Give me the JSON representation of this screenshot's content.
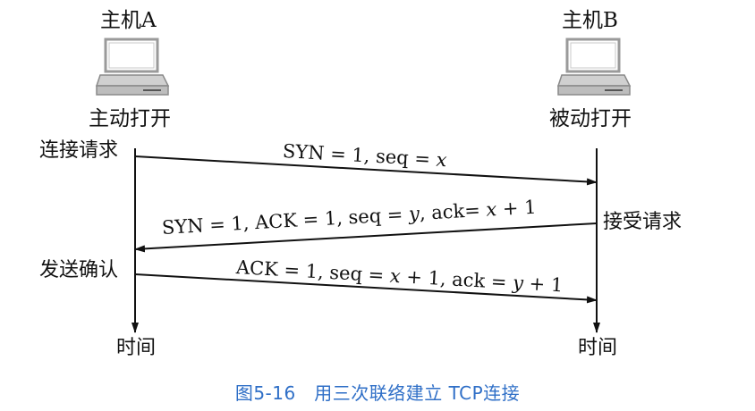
{
  "hosts": {
    "a": {
      "name": "主机A",
      "state": "主动打开",
      "time": "时间",
      "icon": "computer-icon"
    },
    "b": {
      "name": "主机B",
      "state": "被动打开",
      "time": "时间",
      "icon": "computer-icon"
    }
  },
  "steps": {
    "connect_request": "连接请求",
    "accept_request": "接受请求",
    "send_confirm": "发送确认"
  },
  "messages": [
    {
      "parts": [
        "SYN = 1, seq = ",
        "x"
      ],
      "italic": [
        false,
        true
      ],
      "direction": "A-to-B"
    },
    {
      "parts": [
        "SYN = 1, ACK = 1, seq = ",
        "y",
        ", ack= ",
        "x",
        " + 1"
      ],
      "italic": [
        false,
        true,
        false,
        true,
        false
      ],
      "direction": "B-to-A"
    },
    {
      "parts": [
        "ACK = 1, seq = ",
        "x",
        " + 1, ack = ",
        "y",
        " + 1"
      ],
      "italic": [
        false,
        true,
        false,
        true,
        false
      ],
      "direction": "A-to-B"
    }
  ],
  "caption": "图5-16　用三次联络建立 TCP连接",
  "colors": {
    "line": "#111111",
    "caption": "#2f6fc7",
    "computer_body": "#d9d9d9"
  }
}
